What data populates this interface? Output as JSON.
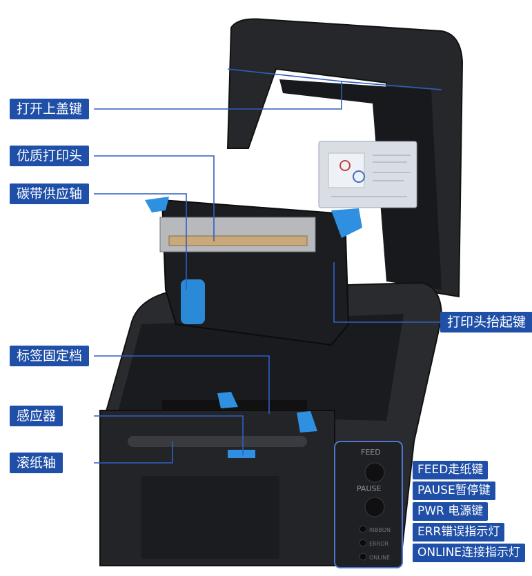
{
  "callouts": {
    "top_cover_key": "打开上盖键",
    "print_head": "优质打印头",
    "ribbon_supply_axis": "碳带供应轴",
    "label_guide": "标签固定档",
    "sensor": "感应器",
    "platen_roller": "滚纸轴",
    "head_lift_key": "打印头抬起键"
  },
  "panel_buttons": {
    "feed": "FEED走纸键",
    "pause": "PAUSE暂停键",
    "pwr": "PWR 电源键",
    "err": "ERR错误指示灯",
    "online": "ONLINE连接指示灯"
  },
  "printer_panel": {
    "feed_text": "FEED",
    "pause_text": "PAUSE",
    "ribbon_text": "RIBBON",
    "error_text": "ERROR",
    "online_text": "ONLINE"
  },
  "colors": {
    "label_bg": "#1f4fa7",
    "leader_line": "#2f5fc0",
    "printer_body": "#1e1f22",
    "gear_blue": "#2a8ad8"
  }
}
